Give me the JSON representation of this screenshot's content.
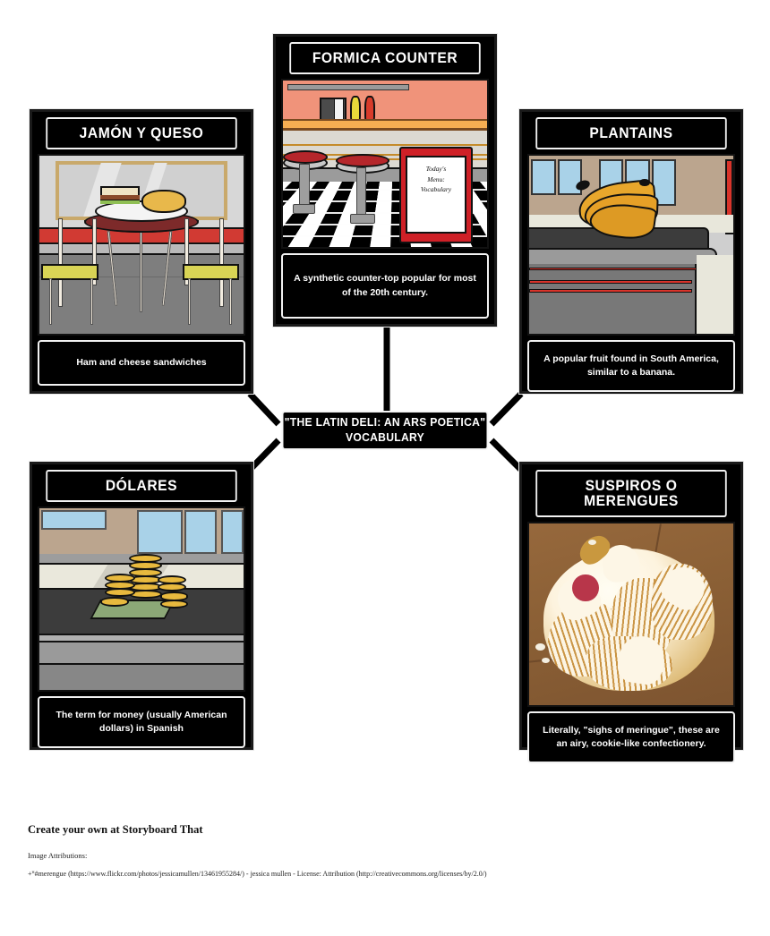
{
  "center_node": {
    "line1": "\"THE LATIN DELI: AN ARS POETICA\"",
    "line2": "VOCABULARY"
  },
  "cards": [
    {
      "id": "jamon-y-queso",
      "title": "JAMÓN Y QUESO",
      "description": "Ham and cheese sandwiches",
      "art": "cafe-table-with-ham-and-cheese-sandwich-and-fries"
    },
    {
      "id": "formica-counter",
      "title": "FORMICA COUNTER",
      "description": "A synthetic counter-top popular for most of the 20th century.",
      "art": "diner-counter-with-stools-and-menu-sign",
      "sign_text": "Today's\nMenu:\nVocabulary",
      "sign_lines": [
        "Today's",
        "Menu:",
        "Vocabulary"
      ]
    },
    {
      "id": "plantains",
      "title": "PLANTAINS",
      "description": "A popular fruit found in South America, similar to a banana.",
      "art": "bunch-of-plantains-on-market-counter"
    },
    {
      "id": "dolares",
      "title": "DÓLARES",
      "description": "The term for money (usually American dollars) in Spanish",
      "art": "stacks-of-coins-on-bill-on-counter"
    },
    {
      "id": "suspiros-o-merengues",
      "title": "SUSPIROS O MERENGUES",
      "description": "Literally, \"sighs of meringue\", these are an airy, cookie-like confectionery.",
      "art": "photograph-of-toasted-meringue-dessert"
    }
  ],
  "footer": {
    "title": "Create your own at Storyboard That",
    "attributions_label": "Image Attributions:",
    "attribution_line": "+˟#merengue (https://www.flickr.com/photos/jessicamullen/13461955284/) - jessica mullen - License: Attribution (http://creativecommons.org/licenses/by/2.0/)"
  },
  "colors": {
    "frame": "#000000",
    "frame_outline": "#f2f2f2",
    "page_background": "#ffffff",
    "text_on_frame": "#ffffff"
  }
}
